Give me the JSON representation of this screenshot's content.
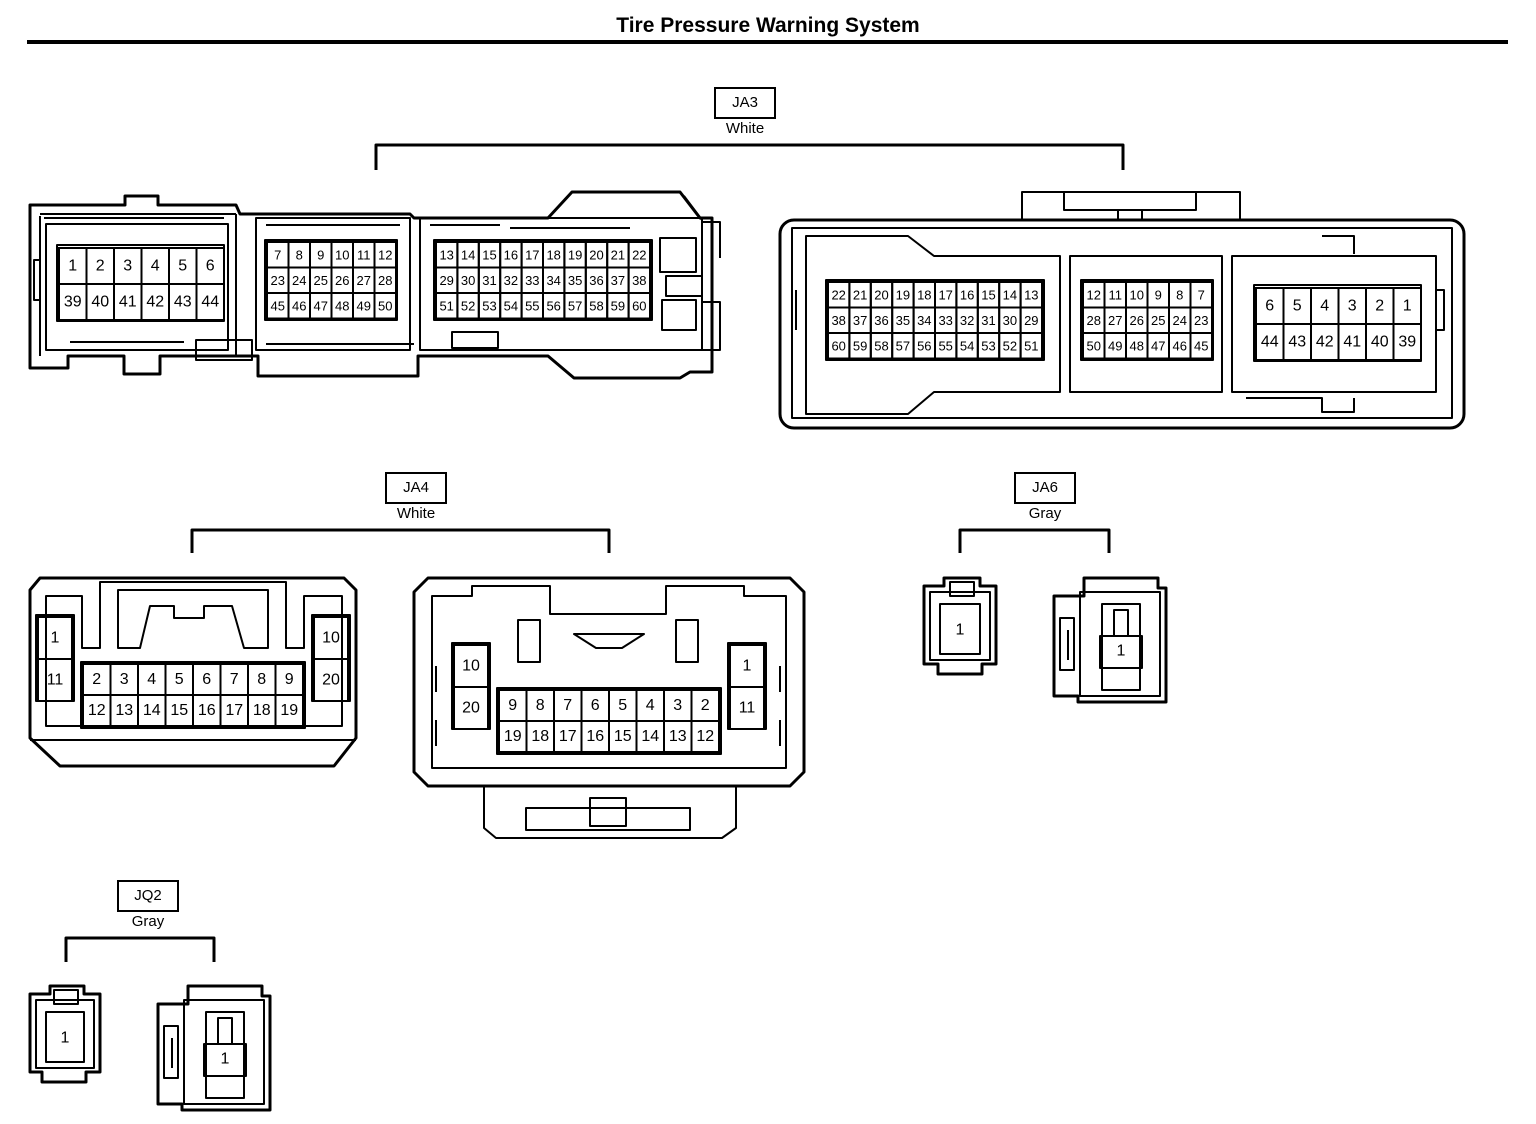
{
  "title": "Tire Pressure Warning System",
  "connectors": {
    "ja3": {
      "code": "JA3",
      "color": "White",
      "left": {
        "block1": {
          "rows": [
            [
              "1",
              "2",
              "3",
              "4",
              "5",
              "6"
            ],
            [
              "39",
              "40",
              "41",
              "42",
              "43",
              "44"
            ]
          ]
        },
        "block2": {
          "rows": [
            [
              "7",
              "8",
              "9",
              "10",
              "11",
              "12"
            ],
            [
              "23",
              "24",
              "25",
              "26",
              "27",
              "28"
            ],
            [
              "45",
              "46",
              "47",
              "48",
              "49",
              "50"
            ]
          ]
        },
        "block3": {
          "rows": [
            [
              "13",
              "14",
              "15",
              "16",
              "17",
              "18",
              "19",
              "20",
              "21",
              "22"
            ],
            [
              "29",
              "30",
              "31",
              "32",
              "33",
              "34",
              "35",
              "36",
              "37",
              "38"
            ],
            [
              "51",
              "52",
              "53",
              "54",
              "55",
              "56",
              "57",
              "58",
              "59",
              "60"
            ]
          ]
        }
      },
      "right": {
        "block1": {
          "rows": [
            [
              "22",
              "21",
              "20",
              "19",
              "18",
              "17",
              "16",
              "15",
              "14",
              "13"
            ],
            [
              "38",
              "37",
              "36",
              "35",
              "34",
              "33",
              "32",
              "31",
              "30",
              "29"
            ],
            [
              "60",
              "59",
              "58",
              "57",
              "56",
              "55",
              "54",
              "53",
              "52",
              "51"
            ]
          ]
        },
        "block2": {
          "rows": [
            [
              "12",
              "11",
              "10",
              "9",
              "8",
              "7"
            ],
            [
              "28",
              "27",
              "26",
              "25",
              "24",
              "23"
            ],
            [
              "50",
              "49",
              "48",
              "47",
              "46",
              "45"
            ]
          ]
        },
        "block3": {
          "rows": [
            [
              "6",
              "5",
              "4",
              "3",
              "2",
              "1"
            ],
            [
              "44",
              "43",
              "42",
              "41",
              "40",
              "39"
            ]
          ]
        }
      }
    },
    "ja4": {
      "code": "JA4",
      "color": "White",
      "left": {
        "side_left": [
          "1",
          "11"
        ],
        "side_right": [
          "10",
          "20"
        ],
        "center": [
          [
            "2",
            "3",
            "4",
            "5",
            "6",
            "7",
            "8",
            "9"
          ],
          [
            "12",
            "13",
            "14",
            "15",
            "16",
            "17",
            "18",
            "19"
          ]
        ]
      },
      "right": {
        "side_left": [
          "10",
          "20"
        ],
        "side_right": [
          "1",
          "11"
        ],
        "center": [
          [
            "9",
            "8",
            "7",
            "6",
            "5",
            "4",
            "3",
            "2"
          ],
          [
            "19",
            "18",
            "17",
            "16",
            "15",
            "14",
            "13",
            "12"
          ]
        ]
      }
    },
    "ja6": {
      "code": "JA6",
      "color": "Gray",
      "left_pin": "1",
      "right_pin": "1"
    },
    "jq2": {
      "code": "JQ2",
      "color": "Gray",
      "left_pin": "1",
      "right_pin": "1"
    }
  }
}
